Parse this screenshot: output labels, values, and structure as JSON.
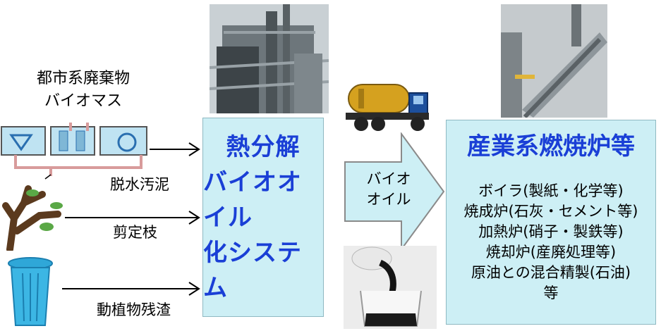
{
  "source": {
    "title_line1": "都市系廃棄物",
    "title_line2": "バイオマス"
  },
  "inputs": [
    {
      "label": "脱水汚泥"
    },
    {
      "label": "剪定枝"
    },
    {
      "label": "動植物残渣"
    }
  ],
  "process": {
    "line1": "熱分解",
    "line2": "バイオオイル",
    "line3": "化システム"
  },
  "product": {
    "line1": "バイオ",
    "line2": "オイル"
  },
  "destination": {
    "title": "産業系燃焼炉等",
    "items": [
      "ボイラ(製紙・化学等)",
      "焼成炉(石灰・セメント等)",
      "加熱炉(硝子・製鉄等)",
      "焼却炉(産廃処理等)",
      "原油との混合精製(石油)",
      "等"
    ]
  },
  "colors": {
    "box_fill": "#cdeff5",
    "title_blue": "#1a3fd6",
    "arrow_fill": "#cdeff5"
  }
}
